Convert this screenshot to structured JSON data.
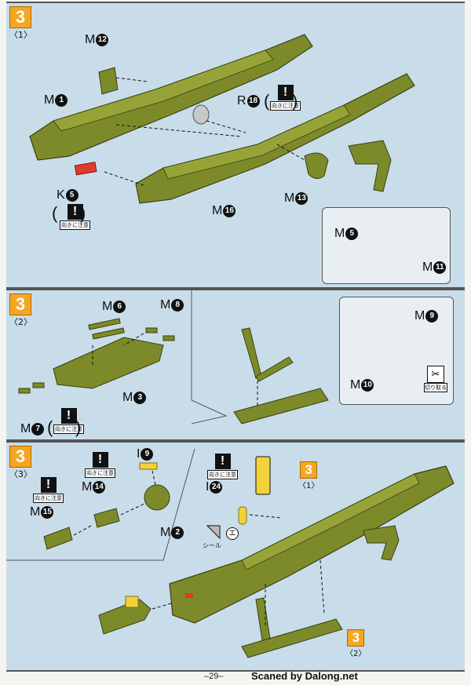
{
  "steps": [
    {
      "number": "3",
      "sub": "〈1〉"
    },
    {
      "number": "3",
      "sub": "〈2〉"
    },
    {
      "number": "3",
      "sub": "〈3〉"
    }
  ],
  "warning": {
    "mark": "!",
    "caption": "向きに注意"
  },
  "cut_caption": "切り取る",
  "sticker_caption": "シール",
  "sticker_letter": "エ",
  "refs": [
    {
      "number": "3",
      "sub": "〈1〉"
    },
    {
      "number": "3",
      "sub": "〈2〉"
    }
  ],
  "parts": {
    "p1": [
      {
        "letter": "M",
        "num": "12"
      },
      {
        "letter": "M",
        "num": "1"
      },
      {
        "letter": "R",
        "num": "18"
      },
      {
        "letter": "K",
        "num": "5"
      },
      {
        "letter": "M",
        "num": "16"
      },
      {
        "letter": "M",
        "num": "13"
      },
      {
        "letter": "M",
        "num": "5"
      },
      {
        "letter": "M",
        "num": "11"
      }
    ],
    "p2": [
      {
        "letter": "M",
        "num": "6"
      },
      {
        "letter": "M",
        "num": "8"
      },
      {
        "letter": "M",
        "num": "3"
      },
      {
        "letter": "M",
        "num": "7"
      },
      {
        "letter": "M",
        "num": "9"
      },
      {
        "letter": "M",
        "num": "10"
      }
    ],
    "p3": [
      {
        "letter": "I",
        "num": "9"
      },
      {
        "letter": "M",
        "num": "14"
      },
      {
        "letter": "M",
        "num": "15"
      },
      {
        "letter": "M",
        "num": "2"
      },
      {
        "letter": "I",
        "num": "24"
      }
    ]
  },
  "colors": {
    "part": "#7d8a2a",
    "part_dark": "#4f5718",
    "accent_red": "#e03a2a",
    "clear_yellow": "#f2d23a",
    "panel_bg": "#c9dcea",
    "badge": "#f5a623"
  },
  "footer": {
    "page": "–29–",
    "credit": "Scaned by Dalong.net"
  }
}
